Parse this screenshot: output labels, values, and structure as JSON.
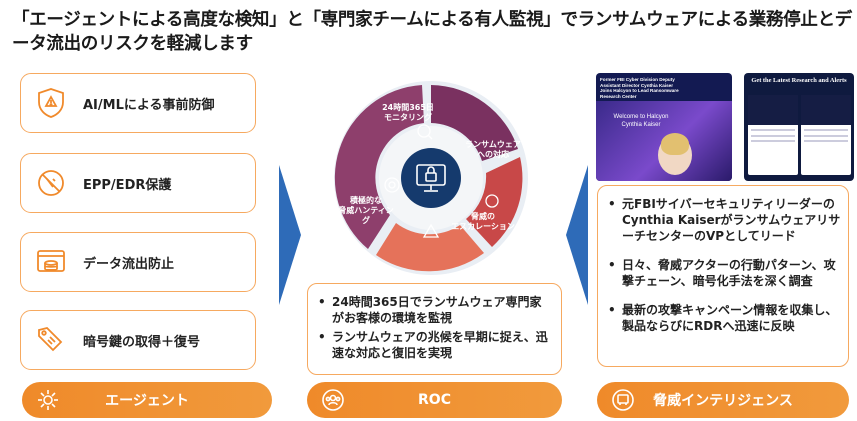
{
  "title": "「エージェントによる高度な検知」と「専門家チームによる有人監視」でランサムウェアによる業務停止とデータ流出のリスクを軽減します",
  "agent": {
    "features": [
      {
        "label": "AI/MLによる事前防御",
        "icon": "ai-shield-icon"
      },
      {
        "label": "EPP/EDR保護",
        "icon": "no-threat-icon"
      },
      {
        "label": "データ流出防止",
        "icon": "database-icon"
      },
      {
        "label": "暗号鍵の取得＋復号",
        "icon": "key-tag-icon"
      }
    ],
    "pill": "エージェント"
  },
  "roc": {
    "ring": {
      "seg1": "24時間365日\nモニタリング",
      "seg2": "ランサムウェア\nへの対応",
      "seg3": "脅威の\nエスカレーション",
      "seg4": "積極的な\n脅威ハンティング"
    },
    "bullets": [
      "24時間365日でランサムウェア専門家がお客様の環境を監視",
      "ランサムウェアの兆候を早期に捉え、迅速な対応と復旧を実現"
    ],
    "pill": "ROC"
  },
  "intel": {
    "thumb1": {
      "lines": [
        "Former FBI Cyber Division Deputy",
        "Assistant Director Cynthia Kaiser",
        "Joins Halcyon to Lead Ransomware",
        "Research Center"
      ],
      "banner": "Welcome to Halcyon\nCynthia Kaiser"
    },
    "thumb2": {
      "heading": "Get the Latest Research and Alerts"
    },
    "bullets": [
      "元FBIサイバーセキュリティリーダーのCynthia KaiserがランサムウェアリサーチセンターのVPとしてリード",
      "日々、脅威アクターの行動パターン、攻撃チェーン、暗号化手法を深く調査",
      "最新の攻撃キャンペーン情報を収集し、製品ならびにRDRへ迅速に反映"
    ],
    "pill": "脅威インテリジェンス"
  },
  "colors": {
    "accent": "#ef8a2a",
    "border": "#f6a960",
    "arrow": "#2e6bb8",
    "ring_dark": "#6a2d5c",
    "ring_red": "#c64a4a",
    "ring_coral": "#e4705b",
    "center_navy": "#153a6d"
  }
}
